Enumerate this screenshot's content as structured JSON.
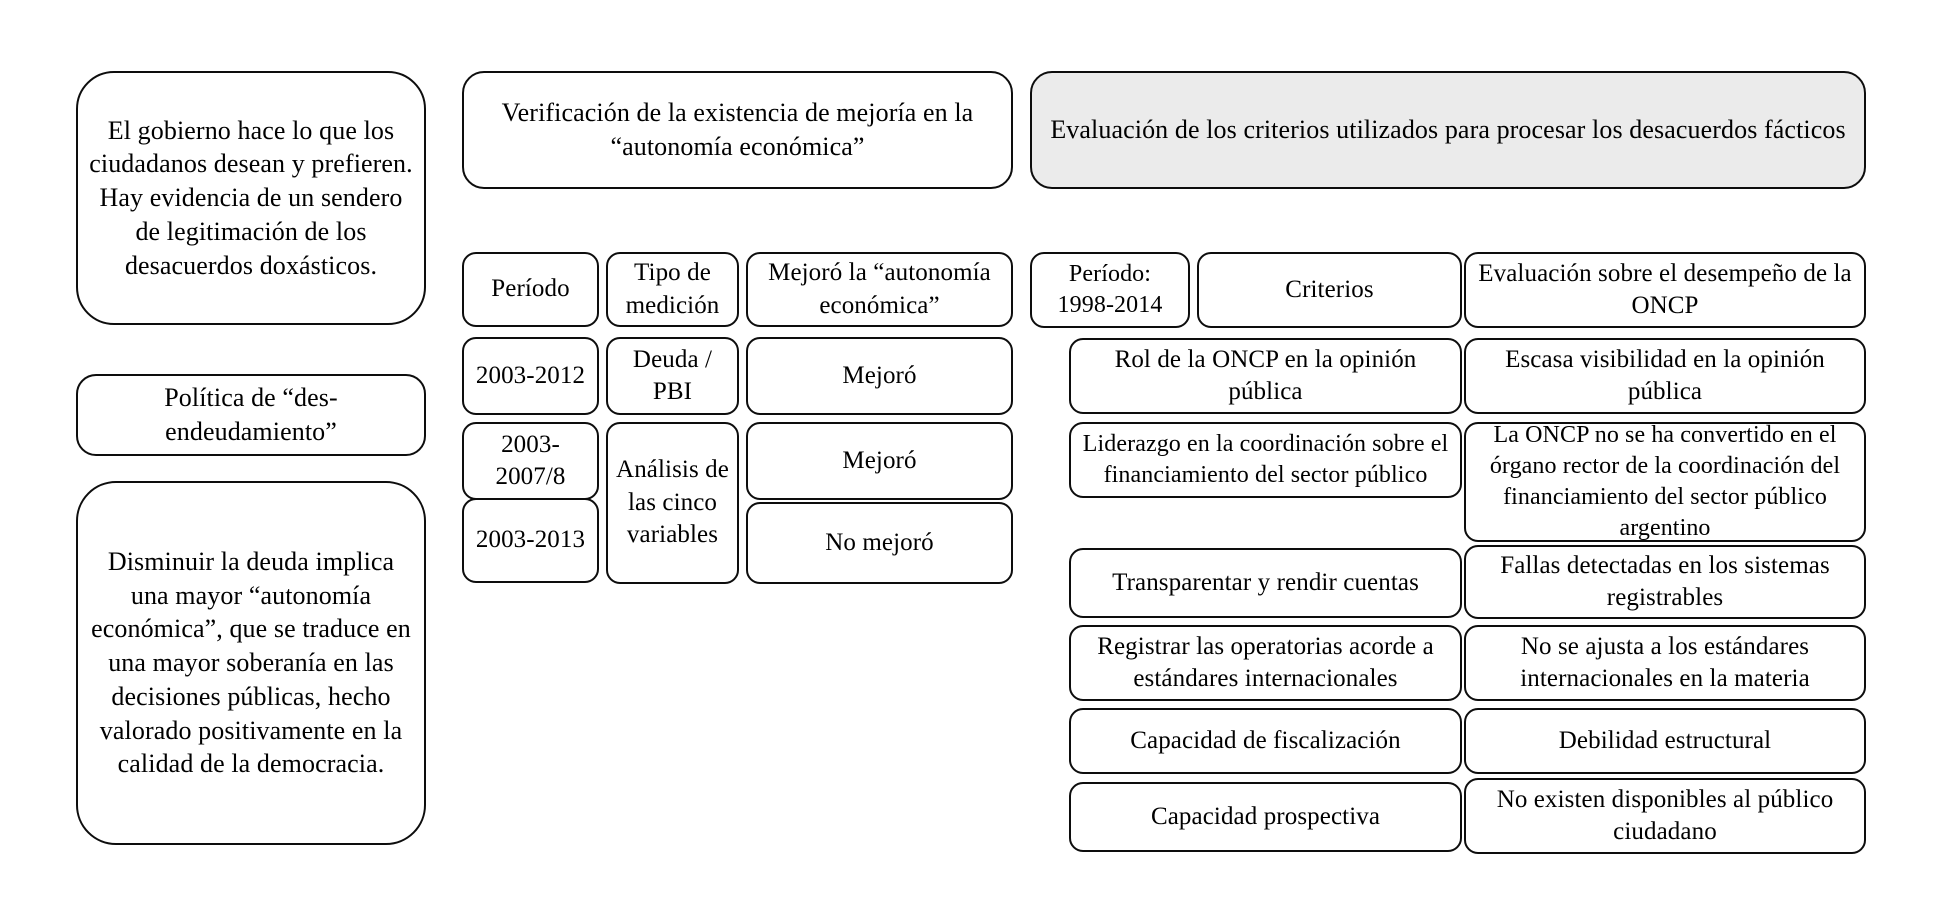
{
  "diagram": {
    "title_col1": "",
    "col1": {
      "claim": "El gobierno hace lo que los ciudadanos desean y prefieren. Hay evidencia de un sendero de legitimación de los desacuerdos doxásticos.",
      "policy": "Política de “des-endeudamiento”",
      "detail": "Disminuir la deuda implica una mayor “autonomía económica”, que se traduce en una mayor soberanía en las decisiones públicas, hecho valorado positivamente en la calidad de la democracia."
    },
    "col2": {
      "header": "Verificación de la existencia de mejoría en la “autonomía económica”",
      "header_shaded": false,
      "table": {
        "headers": [
          "Período",
          "Tipo de medición",
          "Mejoró la “autonomía económica”"
        ],
        "rows": [
          [
            "2003-2012",
            "Deuda / PBI",
            "Mejoró"
          ],
          [
            "2003-2007/8",
            "Análisis de las cinco variables",
            "Mejoró"
          ],
          [
            "2003-2013",
            "",
            "No mejoró"
          ]
        ],
        "merged_measurement_cell": "Análisis de las cinco variables"
      }
    },
    "col3": {
      "header": "Evaluación de los criterios utilizados para procesar los desacuerdos fácticos",
      "header_shaded": true,
      "header_fill": "#ebebeb",
      "table": {
        "headers": [
          "Período: 1998-2014",
          "Criterios",
          "Evaluación sobre el desempeño de la ONCP"
        ],
        "rows": [
          {
            "criterio": "Rol de la ONCP en la opinión pública",
            "evaluacion": "Escasa visibilidad en la opinión pública"
          },
          {
            "criterio": "Liderazgo en la coordinación sobre el financiamiento del sector público",
            "evaluacion": "La ONCP no se ha convertido en el órgano rector de la coordinación del financiamiento del sector público argentino"
          },
          {
            "criterio": "Transparentar y rendir cuentas",
            "evaluacion": "Fallas detectadas en los sistemas registrables"
          },
          {
            "criterio": "Registrar las operatorias acorde a estándares internacionales",
            "evaluacion": "No se ajusta a los estándares internacionales en la materia"
          },
          {
            "criterio": "Capacidad de fiscalización",
            "evaluacion": "Debilidad estructural"
          },
          {
            "criterio": "Capacidad prospectiva",
            "evaluacion": "No existen disponibles al público ciudadano"
          }
        ]
      }
    },
    "colors": {
      "border": "#0d0d0d",
      "background": "#ffffff",
      "shaded_fill": "#ebebeb",
      "text": "#000000"
    }
  }
}
